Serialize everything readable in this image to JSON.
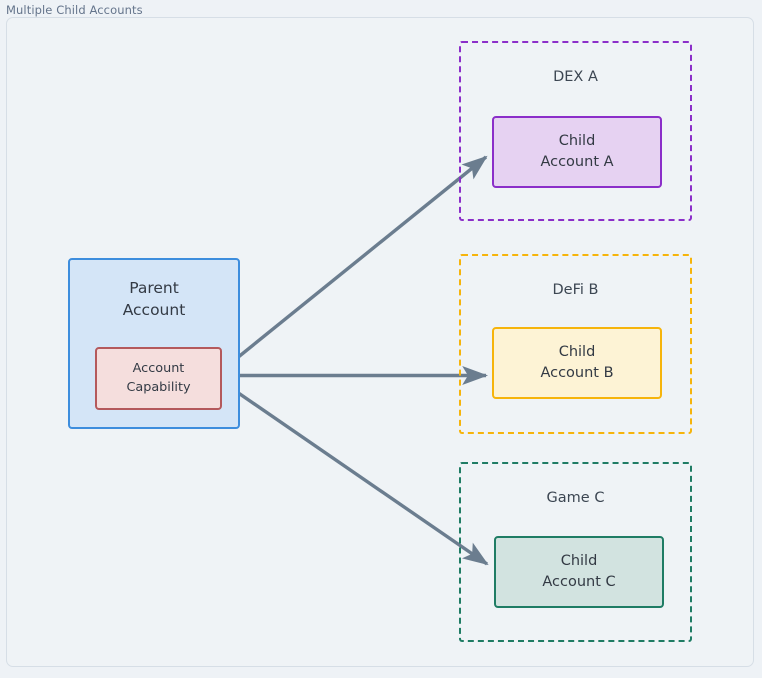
{
  "diagram": {
    "title": "Multiple Child Accounts",
    "type": "architecture-diagram",
    "colors": {
      "canvas_background": "#eff3f6",
      "frame_border": "#d6dee6",
      "edge": "#6b7d8f",
      "text": "#333a44",
      "title_text": "#64748b"
    },
    "parent": {
      "label": "Parent\nAccount",
      "label_line_1": "Parent",
      "label_line_2": "Account",
      "fill": "#d4e5f7",
      "stroke": "#3d8ddd",
      "capability": {
        "label_line_1": "Account",
        "label_line_2": "Capability",
        "fill": "#f5dedd",
        "stroke": "#b4595c"
      }
    },
    "groups": [
      {
        "id": "dex-a",
        "label": "DEX A",
        "stroke": "#8b2ec9",
        "border_style": "dashed",
        "child": {
          "label_line_1": "Child",
          "label_line_2": "Account A",
          "fill": "#e6d2f2",
          "stroke": "#8b2ec9"
        }
      },
      {
        "id": "defi-b",
        "label": "DeFi B",
        "stroke": "#f6b40b",
        "border_style": "dashed",
        "child": {
          "label_line_1": "Child",
          "label_line_2": "Account B",
          "fill": "#fdf3d5",
          "stroke": "#f6b40b"
        }
      },
      {
        "id": "game-c",
        "label": "Game C",
        "stroke": "#1f7c64",
        "border_style": "dashed",
        "child": {
          "label_line_1": "Child",
          "label_line_2": "Account C",
          "fill": "#d2e3e0",
          "stroke": "#1f7c64"
        }
      }
    ],
    "edges": [
      {
        "id": "capability-to-child-a",
        "from": "Account Capability",
        "to": "Child Account A",
        "style": "solid",
        "arrowhead": "triangle",
        "color": "#6b7d8f"
      },
      {
        "id": "capability-to-child-b",
        "from": "Account Capability",
        "to": "Child Account B",
        "style": "solid",
        "arrowhead": "triangle",
        "color": "#6b7d8f"
      },
      {
        "id": "capability-to-child-c",
        "from": "Account Capability",
        "to": "Child Account C",
        "style": "solid",
        "arrowhead": "triangle",
        "color": "#6b7d8f"
      }
    ]
  }
}
